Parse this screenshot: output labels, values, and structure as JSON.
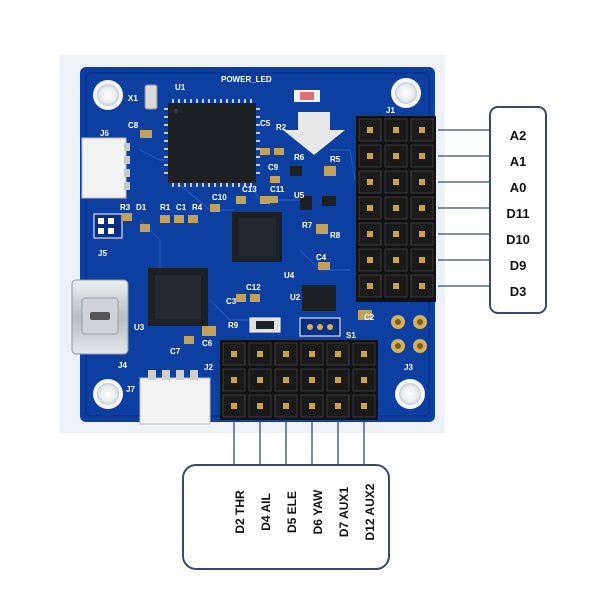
{
  "board": {
    "labels": {
      "u1": "U1",
      "x1": "X1",
      "c8": "C8",
      "power_led": "POWER_LED",
      "j1": "J1",
      "j6": "J6",
      "c5": "C5",
      "r2": "R2",
      "c9": "C9",
      "r6": "R6",
      "r5": "R5",
      "c13": "C13",
      "c11": "C11",
      "c10": "C10",
      "u5": "U5",
      "r3": "R3",
      "d1": "D1",
      "r1": "R1",
      "c1": "C1",
      "r4": "R4",
      "r7": "R7",
      "r8": "R8",
      "j5": "J5",
      "u4": "U4",
      "c4": "C4",
      "c12": "C12",
      "c3": "C3",
      "u2": "U2",
      "u3": "U3",
      "r9": "R9",
      "c6": "C6",
      "c7": "C7",
      "s1": "S1",
      "c2": "C2",
      "j3": "J3",
      "j4": "J4",
      "j2": "J2",
      "j7": "J7"
    }
  },
  "right_callout": {
    "pins": [
      "A2",
      "A1",
      "A0",
      "D11",
      "D10",
      "D9",
      "D3"
    ]
  },
  "bottom_callout": {
    "pins": [
      "D2 THR",
      "D4 AIL",
      "D5 ELE",
      "D6 YAW",
      "D7 AUX1",
      "D12 AUX2"
    ]
  },
  "colors": {
    "pcb": "#0d3fa0",
    "pcb_dark": "#082a78",
    "silk": "#ffffff",
    "chip": "#1c1f24",
    "pin_header": "#1a1a1a",
    "gold": "#c9a24a",
    "callout_border": "#3b4a66"
  }
}
